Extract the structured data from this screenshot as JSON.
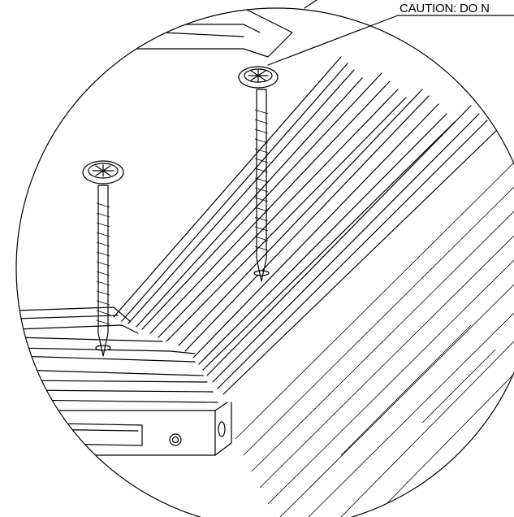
{
  "callout": {
    "text": "CAUTION: DO N"
  },
  "components": {
    "screws": [
      {
        "name": "screw-left"
      },
      {
        "name": "screw-right"
      }
    ]
  },
  "colors": {
    "ink": "#000000",
    "background": "#ffffff"
  }
}
